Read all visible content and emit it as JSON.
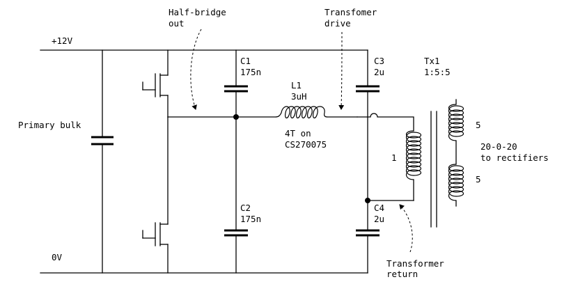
{
  "labels": {
    "half_bridge_line1": "Half-bridge",
    "half_bridge_line2": "out",
    "xfmr_drive_line1": "Transfomer",
    "xfmr_drive_line2": "drive",
    "rail_12v": "+12V",
    "rail_0v": "0V",
    "primary_bulk": "Primary bulk",
    "c1_name": "C1",
    "c1_value": "175n",
    "c2_name": "C2",
    "c2_value": "175n",
    "c3_name": "C3",
    "c3_value": "2u",
    "c4_name": "C4",
    "c4_value": "2u",
    "l1_name": "L1",
    "l1_value": "3uH",
    "l1_note_line1": "4T on",
    "l1_note_line2": "CS270075",
    "tx1_name": "Tx1",
    "tx1_ratio": "1:5:5",
    "primary_turns": "1",
    "secondary_turns_top": "5",
    "secondary_turns_bottom": "5",
    "output_line1": "20-0-20",
    "output_line2": "to rectifiers",
    "xfmr_return_line1": "Transformer",
    "xfmr_return_line2": "return"
  }
}
